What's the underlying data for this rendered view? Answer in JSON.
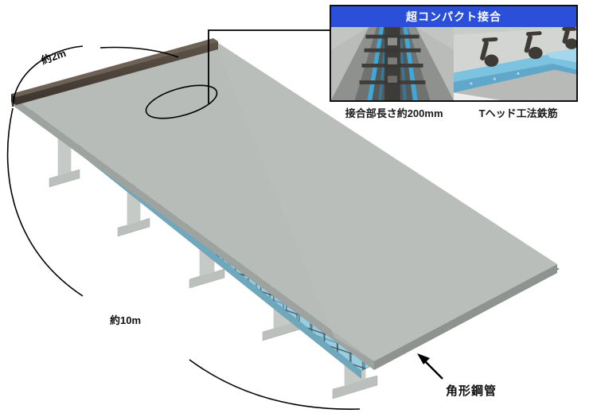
{
  "figure": {
    "type": "3d-technical-illustration",
    "subject": "bridge-deck-steel-girder-assembly",
    "background_color": "#ffffff"
  },
  "annotations": {
    "width_label": "約2m",
    "length_label": "約10m",
    "pipe_label": "角形鋼管"
  },
  "inset": {
    "title": "超コンパクト接合",
    "title_bg": "#2b4fd8",
    "title_color": "#ffffff",
    "border_color": "#111111",
    "photos": [
      {
        "name": "joint-channel-photo",
        "caption": "接合部長さ約200mm"
      },
      {
        "name": "t-head-rebar-photo",
        "caption": "Tヘッド工法鉄筋"
      }
    ]
  },
  "colors": {
    "deck_top": "#b6bab8",
    "deck_edge": "#9aa09d",
    "deck_side": "#c6cac7",
    "girder_face": "#b9bdb9",
    "girder_web": "#c8ccc8",
    "girder_flange": "#d4d8d4",
    "panel_blue": "#8cc2d6",
    "panel_blue_dark": "#6fa7bd",
    "panel_blue_light": "#a9d3e2",
    "tube_dark": "#4a4138",
    "tube_top": "#5d5248",
    "rebar": "#2e2a26",
    "leader": "#000000"
  },
  "geometry": {
    "girder_count": 5,
    "tube_count": 5,
    "panel_rows": 2
  }
}
